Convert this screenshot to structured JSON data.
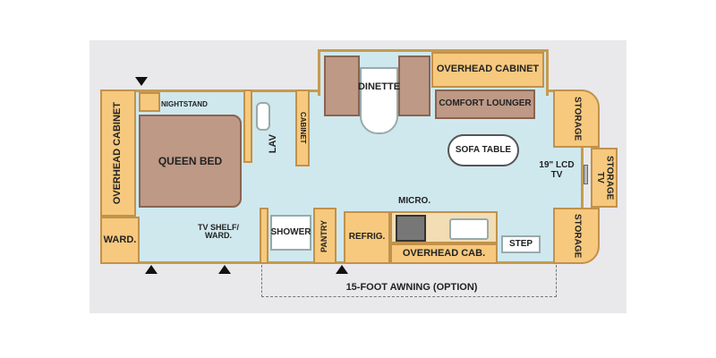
{
  "labels": {
    "overhead_cabinet_rear": "OVERHEAD CABINET",
    "nightstand": "NIGHTSTAND",
    "queen_bed": "QUEEN BED",
    "ward": "WARD.",
    "tv_shelf_ward": "TV SHELF/ WARD.",
    "lav": "LAV",
    "cabinet": "CABINET",
    "shower": "SHOWER",
    "pantry": "PANTRY",
    "refrig": "REFRIG.",
    "micro": "MICRO.",
    "overhead_cab": "OVERHEAD CAB.",
    "step": "STEP",
    "dinette": "DINETTE",
    "overhead_cabinet_slide": "OVERHEAD CABINET",
    "comfort_lounger": "COMFORT LOUNGER",
    "sofa_table": "SOFA TABLE",
    "lcd_tv": "19\" LCD TV",
    "storage_top": "STORAGE",
    "storage_tv": "STORAGE TV",
    "storage_bottom": "STORAGE",
    "awning": "15-FOOT AWNING (OPTION)"
  },
  "colors": {
    "cabinet": "#f6c97e",
    "floor": "#cfe8ee",
    "furniture": "#bd9986",
    "background": "#e9e9eb"
  }
}
